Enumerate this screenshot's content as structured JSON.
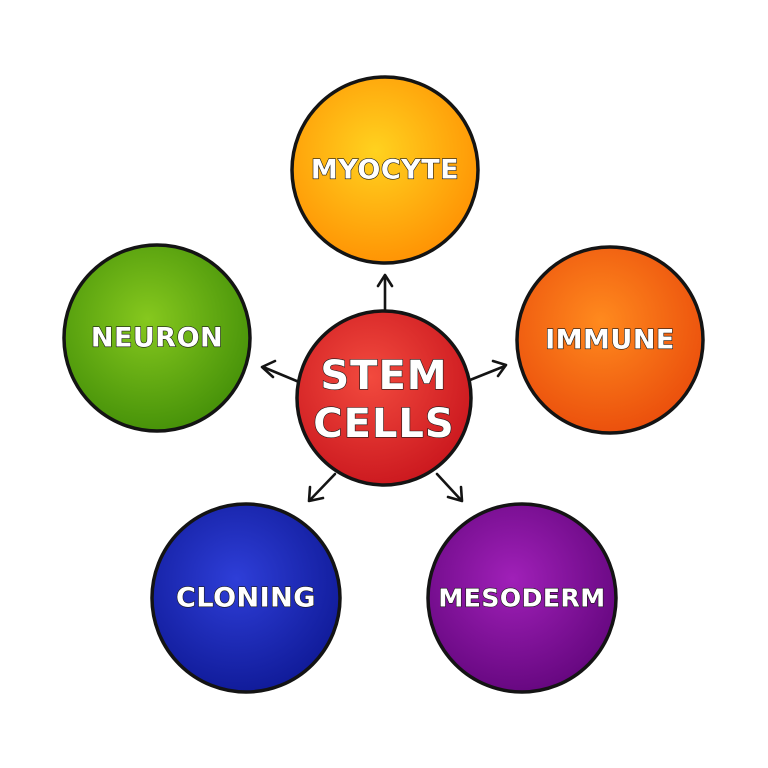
{
  "center": {
    "line1": "STEM",
    "line2": "CELLS",
    "color_light": "#f24a3e",
    "color_dark": "#c8141c"
  },
  "nodes": [
    {
      "id": "myocyte",
      "label": "MYOCYTE",
      "color_light": "#ffd21f",
      "color_dark": "#ff8a00"
    },
    {
      "id": "immune",
      "label": "IMMUNE",
      "color_light": "#ff8a1e",
      "color_dark": "#e8470a"
    },
    {
      "id": "mesoderm",
      "label": "MESODERM",
      "color_light": "#a020b8",
      "color_dark": "#5e0478"
    },
    {
      "id": "cloning",
      "label": "CLONING",
      "color_light": "#2e3ed8",
      "color_dark": "#0c1690"
    },
    {
      "id": "neuron",
      "label": "NEURON",
      "color_light": "#86c81e",
      "color_dark": "#3d8a06"
    }
  ],
  "colors": {
    "outline": "#141414",
    "background": "#ffffff"
  }
}
